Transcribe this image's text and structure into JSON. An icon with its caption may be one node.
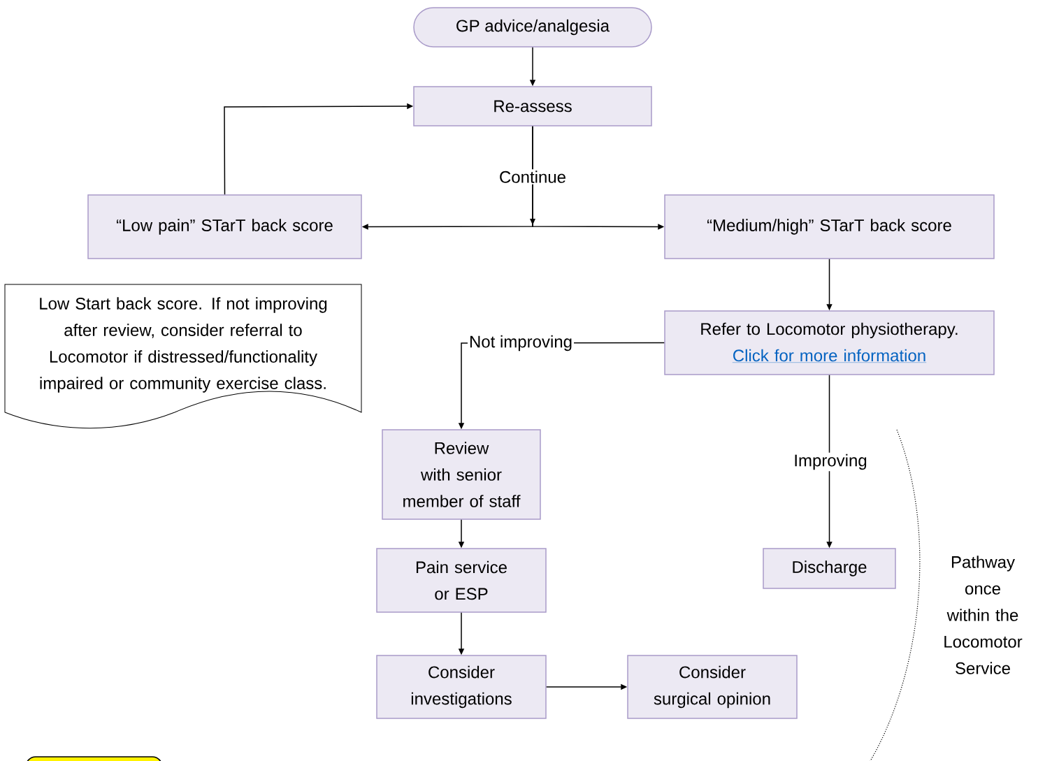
{
  "diagram": {
    "nodes": [
      {
        "text": [
          "GP advice/analgesia"
        ]
      },
      {
        "text": [
          "Re-assess"
        ]
      },
      {
        "text": [
          "“Low pain” STarT back score"
        ]
      },
      {
        "text": [
          "“Medium/high” STarT back score"
        ]
      },
      {
        "text": [
          "Low Start back score.  If not improving after review, consider referral to Locomotor if distressed/functionality impaired or community exercise class."
        ]
      },
      {
        "text": [
          "Refer to Locomotor physiotherapy.",
          "Click for more information"
        ]
      },
      {
        "text": [
          "Review with senior member of staff"
        ]
      },
      {
        "text": [
          "Pain service or ESP"
        ]
      },
      {
        "text": [
          "Consider investigations"
        ]
      },
      {
        "text": [
          "Consider surgical opinion"
        ]
      },
      {
        "text": [
          "Discharge"
        ]
      },
      {
        "text": [],
        "shape": "box"
      }
    ],
    "edges": [
      {
        "from": 0,
        "to": 1,
        "arrow": "to"
      },
      {
        "from": 1,
        "to": 2,
        "arrow": "to",
        "label": "Continue"
      },
      {
        "from": 1,
        "to": 3,
        "arrow": "to"
      },
      {
        "from": 2,
        "to": 1,
        "arrow": "to"
      },
      {
        "from": 3,
        "to": 5,
        "arrow": "to"
      },
      {
        "from": 5,
        "to": 6,
        "arrow": "to",
        "label": "Not improving"
      },
      {
        "from": 5,
        "to": 10,
        "arrow": "to",
        "label": "Improving"
      },
      {
        "from": 6,
        "to": 7,
        "arrow": "to"
      },
      {
        "from": 7,
        "to": 8,
        "arrow": "to"
      },
      {
        "from": 8,
        "to": 9,
        "arrow": "to"
      }
    ],
    "labels": [
      "Pathway once within the Locomotor Service"
    ]
  }
}
